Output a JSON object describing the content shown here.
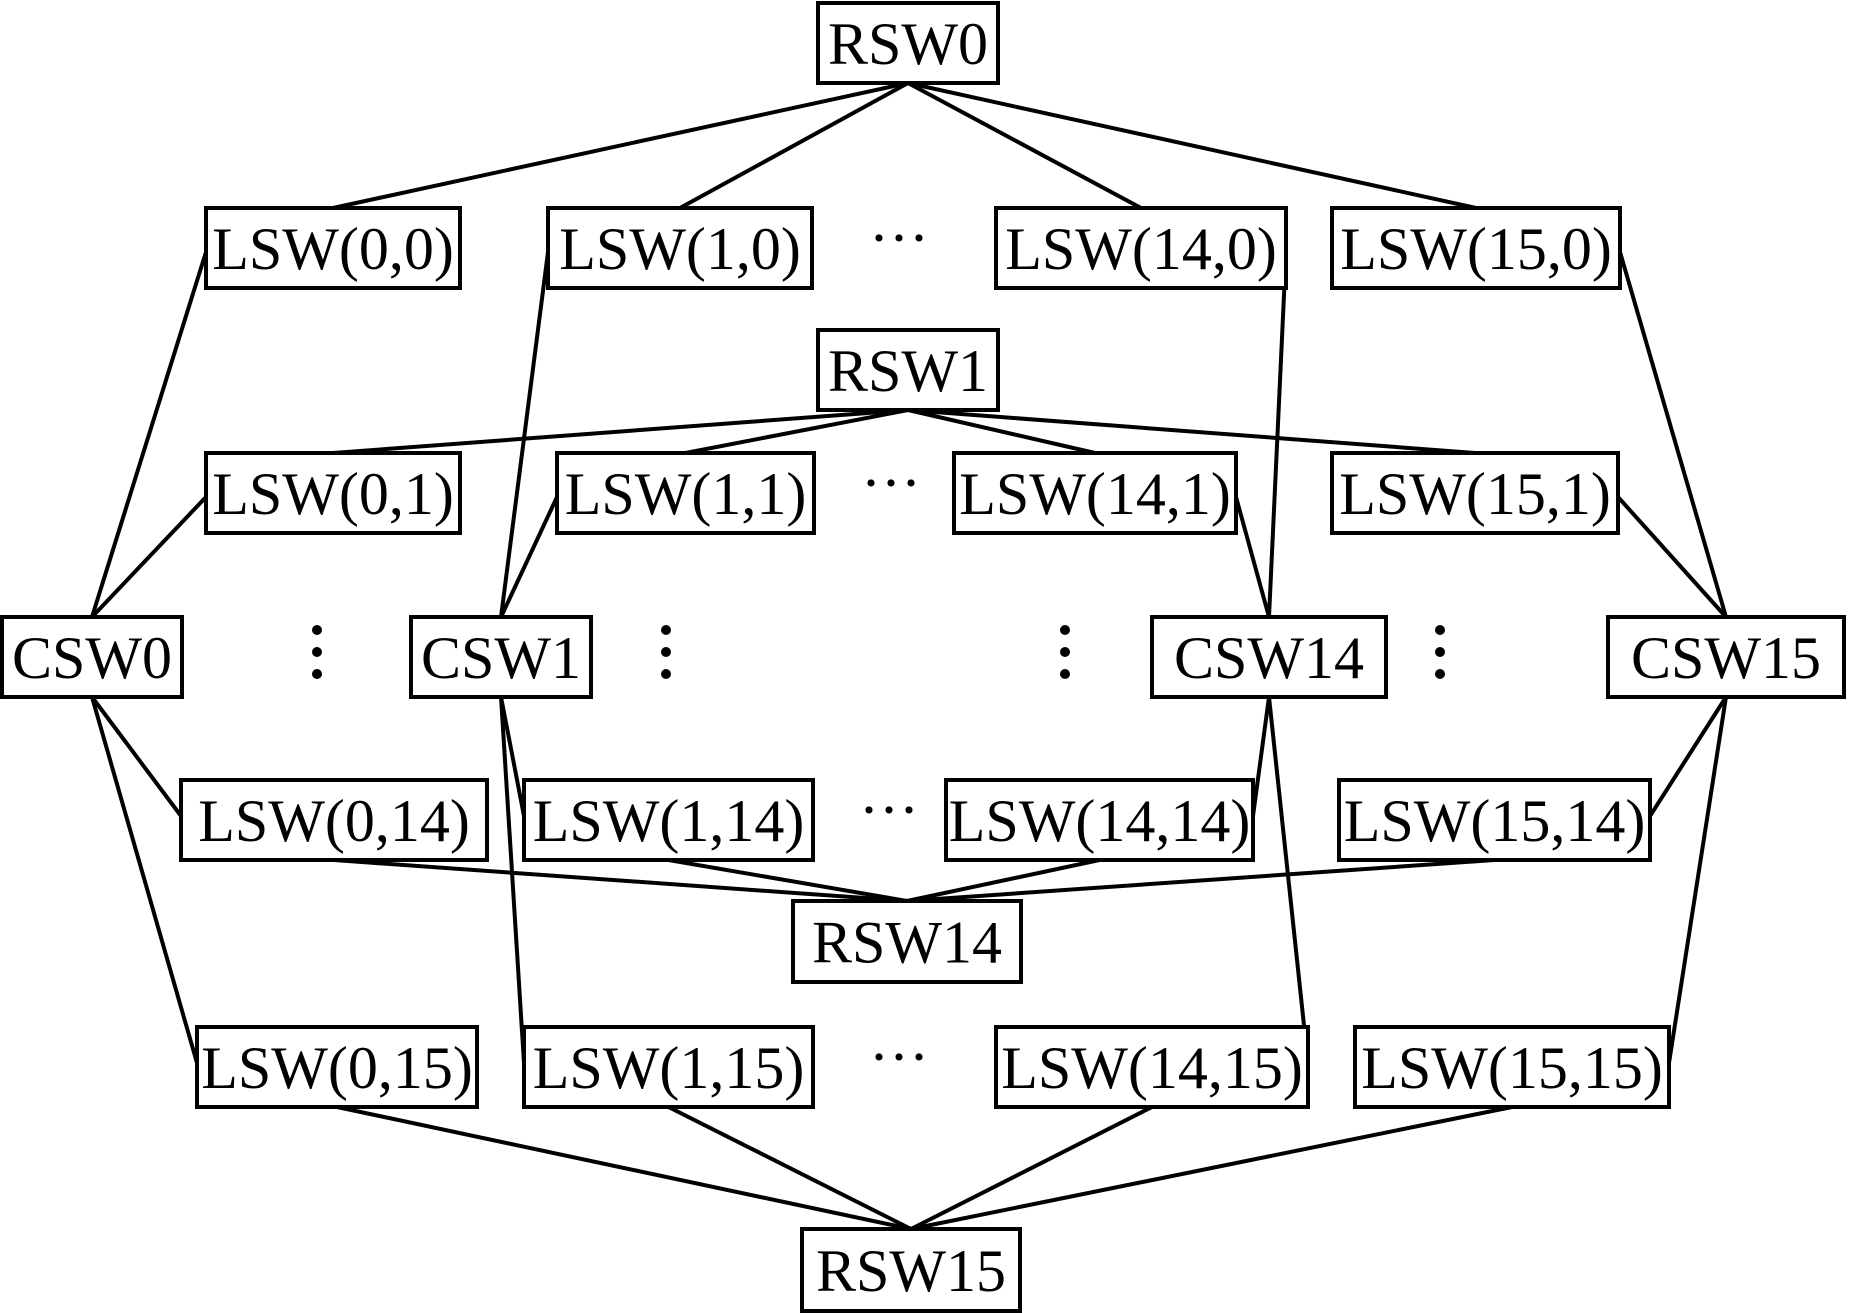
{
  "diagram": {
    "nodes": {
      "RSW0": "RSW0",
      "RSW1": "RSW1",
      "RSW14": "RSW14",
      "RSW15": "RSW15",
      "CSW0": "CSW0",
      "CSW1": "CSW1",
      "CSW14": "CSW14",
      "CSW15": "CSW15",
      "LSW00": "LSW(0,0)",
      "LSW10": "LSW(1,0)",
      "LSW140": "LSW(14,0)",
      "LSW150": "LSW(15,0)",
      "LSW01": "LSW(0,1)",
      "LSW11": "LSW(1,1)",
      "LSW141": "LSW(14,1)",
      "LSW151": "LSW(15,1)",
      "LSW014": "LSW(0,14)",
      "LSW114": "LSW(1,14)",
      "LSW1414": "LSW(14,14)",
      "LSW1514": "LSW(15,14)",
      "LSW015": "LSW(0,15)",
      "LSW115": "LSW(1,15)",
      "LSW1415": "LSW(14,15)",
      "LSW1515": "LSW(15,15)"
    },
    "ellipsis": "···",
    "edges": [
      [
        "RSW0",
        "LSW00"
      ],
      [
        "RSW0",
        "LSW10"
      ],
      [
        "RSW0",
        "LSW140"
      ],
      [
        "RSW0",
        "LSW150"
      ],
      [
        "RSW1",
        "LSW01"
      ],
      [
        "RSW1",
        "LSW11"
      ],
      [
        "RSW1",
        "LSW141"
      ],
      [
        "RSW1",
        "LSW151"
      ],
      [
        "RSW14",
        "LSW014"
      ],
      [
        "RSW14",
        "LSW114"
      ],
      [
        "RSW14",
        "LSW1414"
      ],
      [
        "RSW14",
        "LSW1514"
      ],
      [
        "RSW15",
        "LSW015"
      ],
      [
        "RSW15",
        "LSW115"
      ],
      [
        "RSW15",
        "LSW1415"
      ],
      [
        "RSW15",
        "LSW1515"
      ],
      [
        "CSW0",
        "LSW00"
      ],
      [
        "CSW0",
        "LSW01"
      ],
      [
        "CSW0",
        "LSW014"
      ],
      [
        "CSW0",
        "LSW015"
      ],
      [
        "CSW1",
        "LSW10"
      ],
      [
        "CSW1",
        "LSW11"
      ],
      [
        "CSW1",
        "LSW114"
      ],
      [
        "CSW1",
        "LSW115"
      ],
      [
        "CSW14",
        "LSW140"
      ],
      [
        "CSW14",
        "LSW141"
      ],
      [
        "CSW14",
        "LSW1414"
      ],
      [
        "CSW14",
        "LSW1415"
      ],
      [
        "CSW15",
        "LSW150"
      ],
      [
        "CSW15",
        "LSW151"
      ],
      [
        "CSW15",
        "LSW1514"
      ],
      [
        "CSW15",
        "LSW1515"
      ]
    ]
  }
}
